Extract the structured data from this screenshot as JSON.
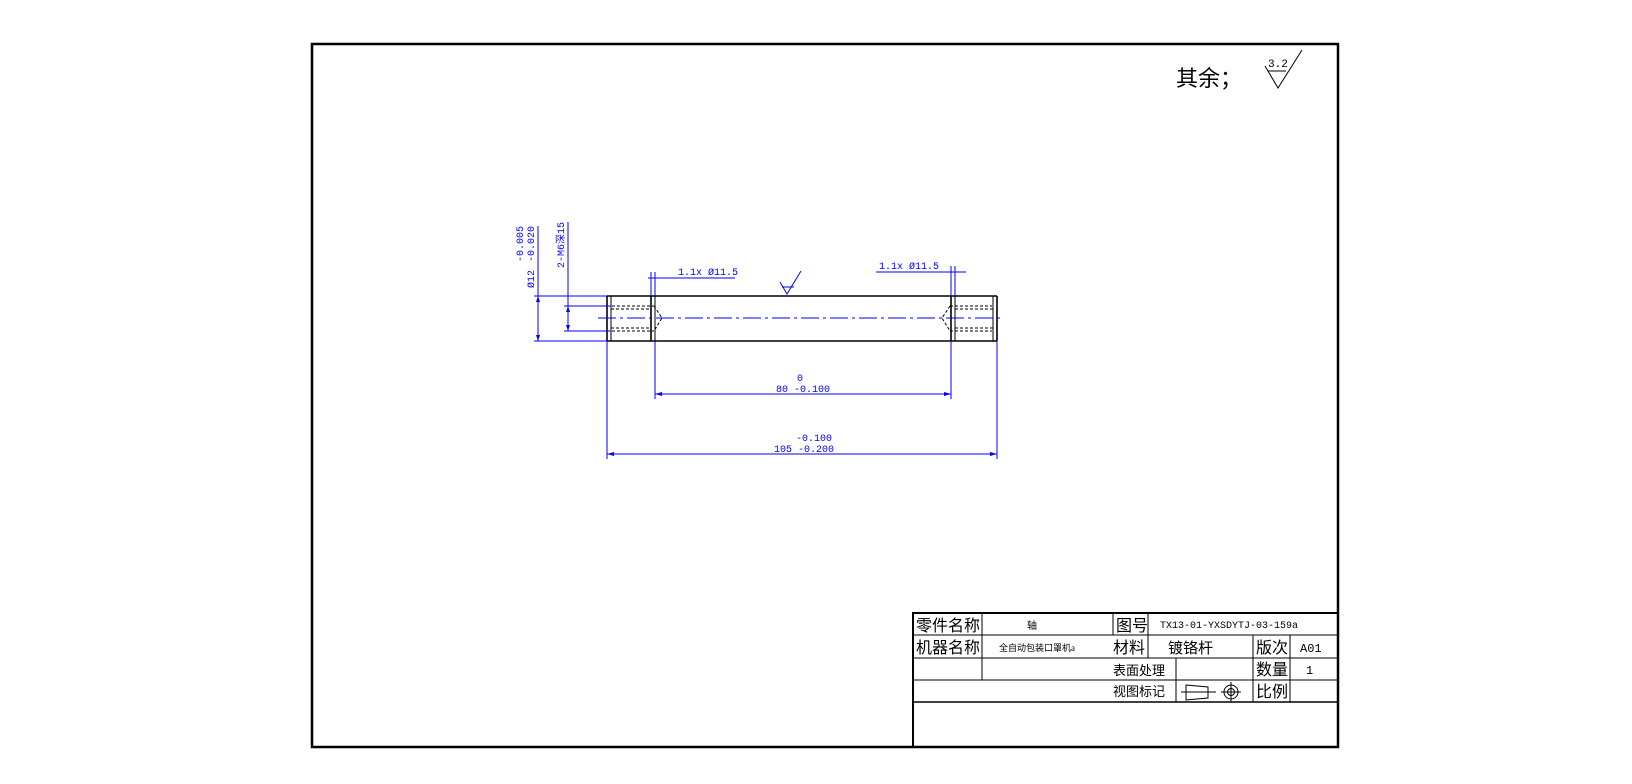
{
  "remark": {
    "label": "其余；",
    "roughness": "3.2"
  },
  "shaft_roughness": "",
  "dimensions": {
    "dia_main": "Ø12",
    "dia_tol_upper": "-0.005",
    "dia_tol_lower": "-0.020",
    "thread": "2-M6深15",
    "chamfer_left": "1.1x Ø11.5",
    "chamfer_right": "1.1x Ø11.5",
    "len_80_upper": "0",
    "len_80": "80 -0.100",
    "len_105_upper": "-0.100",
    "len_105": "105 -0.200"
  },
  "title_block": {
    "part_name_label": "零件名称",
    "part_name": "轴",
    "drawing_no_label": "图号",
    "drawing_no": "TX13-01-YXSDYTJ-03-159a",
    "machine_name_label": "机器名称",
    "machine_name": "全自动包装口罩机a",
    "material_label": "材料",
    "material": "镀铬杆",
    "revision_label": "版次",
    "revision": "A01",
    "surface_label": "表面处理",
    "quantity_label": "数量",
    "quantity": "1",
    "view_mark_label": "视图标记",
    "scale_label": "比例"
  },
  "colors": {
    "geometry": "#000000",
    "dimension": "#0000ff"
  }
}
